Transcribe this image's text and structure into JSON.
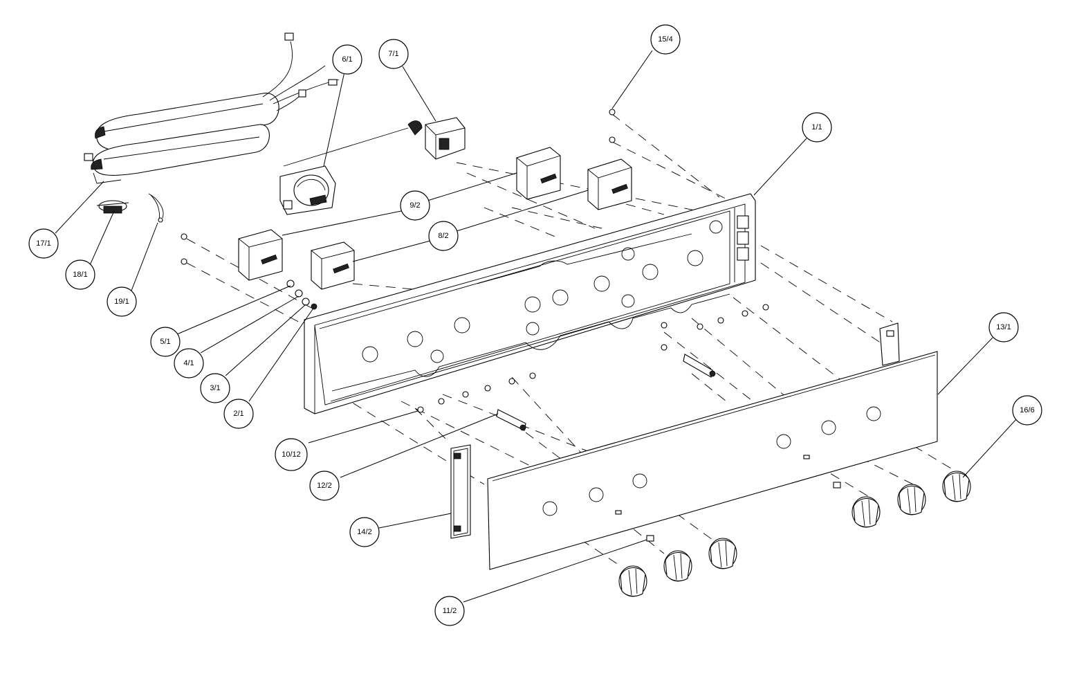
{
  "callouts": [
    {
      "id": "c-15-4",
      "label": "15/4"
    },
    {
      "id": "c-7-1",
      "label": "7/1"
    },
    {
      "id": "c-6-1",
      "label": "6/1"
    },
    {
      "id": "c-1-1",
      "label": "1/1"
    },
    {
      "id": "c-9-2",
      "label": "9/2"
    },
    {
      "id": "c-8-2",
      "label": "8/2"
    },
    {
      "id": "c-17-1",
      "label": "17/1"
    },
    {
      "id": "c-18-1",
      "label": "18/1"
    },
    {
      "id": "c-19-1",
      "label": "19/1"
    },
    {
      "id": "c-5-1",
      "label": "5/1"
    },
    {
      "id": "c-4-1",
      "label": "4/1"
    },
    {
      "id": "c-3-1",
      "label": "3/1"
    },
    {
      "id": "c-2-1",
      "label": "2/1"
    },
    {
      "id": "c-10-12",
      "label": "10/12"
    },
    {
      "id": "c-12-2",
      "label": "12/2"
    },
    {
      "id": "c-13-1",
      "label": "13/1"
    },
    {
      "id": "c-16-6",
      "label": "16/6"
    },
    {
      "id": "c-14-2",
      "label": "14/2"
    },
    {
      "id": "c-11-2",
      "label": "11/2"
    }
  ]
}
